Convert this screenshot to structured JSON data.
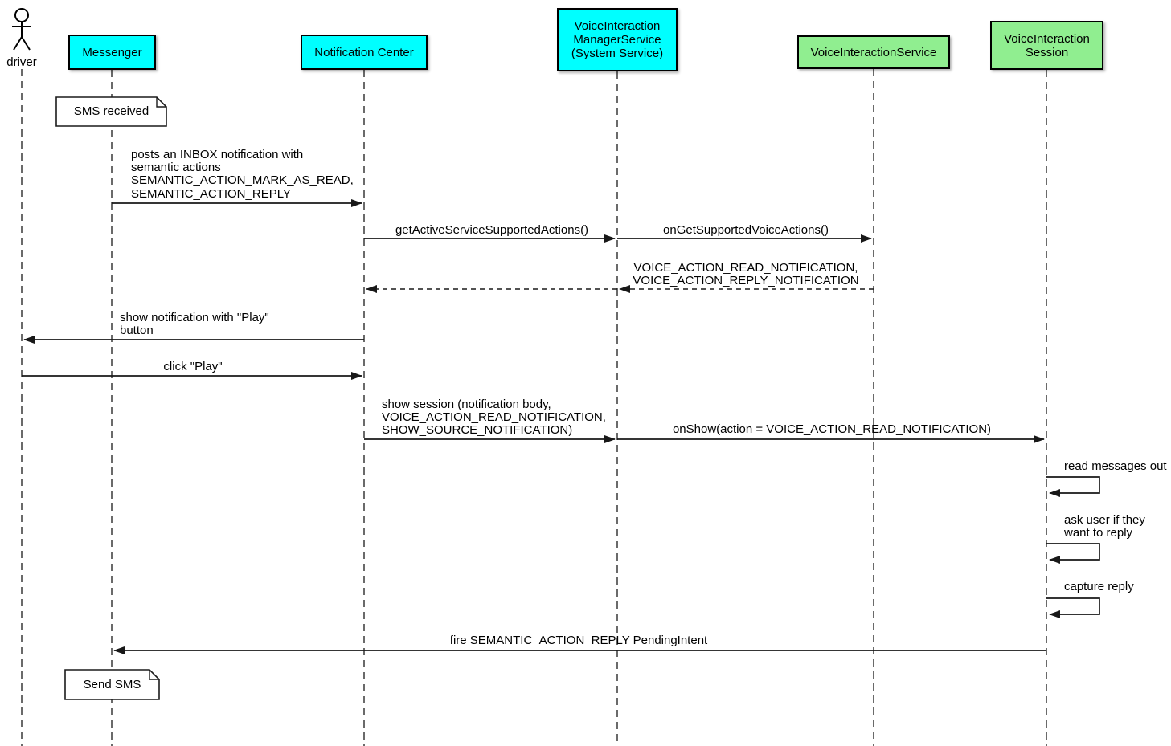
{
  "diagram": {
    "type": "uml-sequence",
    "colors": {
      "participant_system": "#00ffff",
      "participant_voice": "#90ee90",
      "line": "#181818",
      "note_background": "#ffffff"
    }
  },
  "participants": {
    "driver": {
      "label": "driver",
      "kind": "actor"
    },
    "messenger": {
      "label": "Messenger",
      "kind": "box",
      "color": "#00ffff"
    },
    "notification_center": {
      "label": "Notification Center",
      "kind": "box",
      "color": "#00ffff"
    },
    "vims": {
      "label": "VoiceInteraction\nManagerService\n(System Service)",
      "kind": "box",
      "color": "#00ffff"
    },
    "vis": {
      "label": "VoiceInteractionService",
      "kind": "box",
      "color": "#90ee90"
    },
    "session": {
      "label": "VoiceInteraction\nSession",
      "kind": "box",
      "color": "#90ee90"
    }
  },
  "notes": {
    "sms_received": {
      "label": "SMS received",
      "anchor": "Messenger"
    },
    "send_sms": {
      "label": "Send SMS",
      "anchor": "Messenger"
    }
  },
  "messages": {
    "post_inbox": {
      "label": "posts an INBOX notification with\nsemantic actions\nSEMANTIC_ACTION_MARK_AS_READ,\nSEMANTIC_ACTION_REPLY",
      "from": "Messenger",
      "to": "Notification Center",
      "line": "solid"
    },
    "get_active_actions": {
      "label": "getActiveServiceSupportedActions()",
      "from": "Notification Center",
      "to": "VoiceInteractionManagerService",
      "line": "solid"
    },
    "on_get_supported": {
      "label": "onGetSupportedVoiceActions()",
      "from": "VoiceInteractionManagerService",
      "to": "VoiceInteractionService",
      "line": "solid"
    },
    "supported_actions_return": {
      "label": "VOICE_ACTION_READ_NOTIFICATION,\nVOICE_ACTION_REPLY_NOTIFICATION",
      "from": "VoiceInteractionService",
      "to": "Notification Center",
      "line": "dashed"
    },
    "show_notification": {
      "label": "show notification with \"Play\"\nbutton",
      "from": "Notification Center",
      "to": "driver",
      "line": "solid"
    },
    "click_play": {
      "label": "click \"Play\"",
      "from": "driver",
      "to": "Notification Center",
      "line": "solid"
    },
    "show_session": {
      "label": "show session (notification body,\nVOICE_ACTION_READ_NOTIFICATION,\nSHOW_SOURCE_NOTIFICATION)",
      "from": "Notification Center",
      "to": "VoiceInteractionManagerService",
      "line": "solid"
    },
    "on_show": {
      "label": "onShow(action = VOICE_ACTION_READ_NOTIFICATION)",
      "from": "VoiceInteractionManagerService",
      "to": "VoiceInteractionSession",
      "line": "solid"
    },
    "read_messages": {
      "label": "read messages out",
      "from": "VoiceInteractionSession",
      "to": "VoiceInteractionSession",
      "line": "self"
    },
    "ask_reply": {
      "label": "ask user if they\nwant to reply",
      "from": "VoiceInteractionSession",
      "to": "VoiceInteractionSession",
      "line": "self"
    },
    "capture_reply": {
      "label": "capture reply",
      "from": "VoiceInteractionSession",
      "to": "VoiceInteractionSession",
      "line": "self"
    },
    "fire_reply": {
      "label": "fire SEMANTIC_ACTION_REPLY PendingIntent",
      "from": "VoiceInteractionSession",
      "to": "Messenger",
      "line": "solid"
    }
  }
}
